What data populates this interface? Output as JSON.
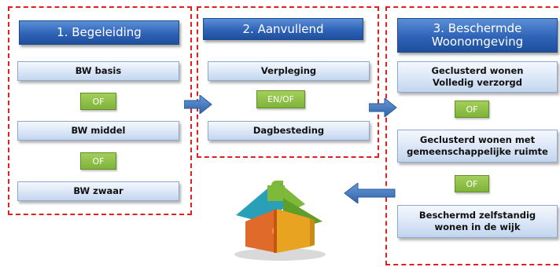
{
  "colors": {
    "dashed_border": "#e02020",
    "header_blue": "#2f63b8",
    "item_light_blue": "#d7e4f6",
    "connector_green": "#7fb33a",
    "arrow_blue": "#3d78c2"
  },
  "groups": [
    {
      "header": "1. Begeleiding",
      "items": [
        "BW basis",
        "BW middel",
        "BW zwaar"
      ],
      "connectors": [
        "OF",
        "OF"
      ]
    },
    {
      "header": "2. Aanvullend",
      "items": [
        "Verpleging",
        "Dagbesteding"
      ],
      "connectors": [
        "EN/OF"
      ]
    },
    {
      "header_line1": "3. Beschermde",
      "header_line2": "Woonomgeving",
      "items": [
        {
          "line1": "Geclusterd wonen",
          "line2": "Volledig verzorgd"
        },
        {
          "line1": "Geclusterd wonen met",
          "line2": "gemeenschappelijke ruimte"
        },
        {
          "line1": "Beschermd zelfstandig",
          "line2": "wonen in de wijk"
        }
      ],
      "connectors": [
        "OF",
        "OF"
      ]
    }
  ],
  "icons": {
    "flow_arrows": "arrow-right-icon",
    "back_arrow": "arrow-left-icon",
    "house": "puzzle-house-icon"
  }
}
